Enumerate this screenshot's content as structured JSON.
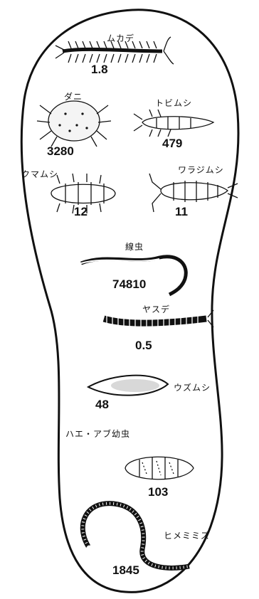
{
  "organisms": [
    {
      "name": "ムカデ",
      "count": "1.8",
      "icon": "centipede-icon"
    },
    {
      "name": "ダニ",
      "count": "3280",
      "icon": "mite-icon"
    },
    {
      "name": "トビムシ",
      "count": "479",
      "icon": "springtail-icon"
    },
    {
      "name": "クマムシ",
      "count": "12",
      "icon": "tardigrade-icon"
    },
    {
      "name": "ワラジムシ",
      "count": "11",
      "icon": "woodlouse-icon"
    },
    {
      "name": "線虫",
      "count": "74810",
      "icon": "nematode-icon"
    },
    {
      "name": "ヤスデ",
      "count": "0.5",
      "icon": "millipede-icon"
    },
    {
      "name": "ウズムシ",
      "count": "48",
      "icon": "flatworm-icon"
    },
    {
      "name": "ハエ・アブ幼虫",
      "count": "103",
      "icon": "fly-larva-icon"
    },
    {
      "name": "ヒメミミズ",
      "count": "1845",
      "icon": "potworm-icon"
    }
  ]
}
